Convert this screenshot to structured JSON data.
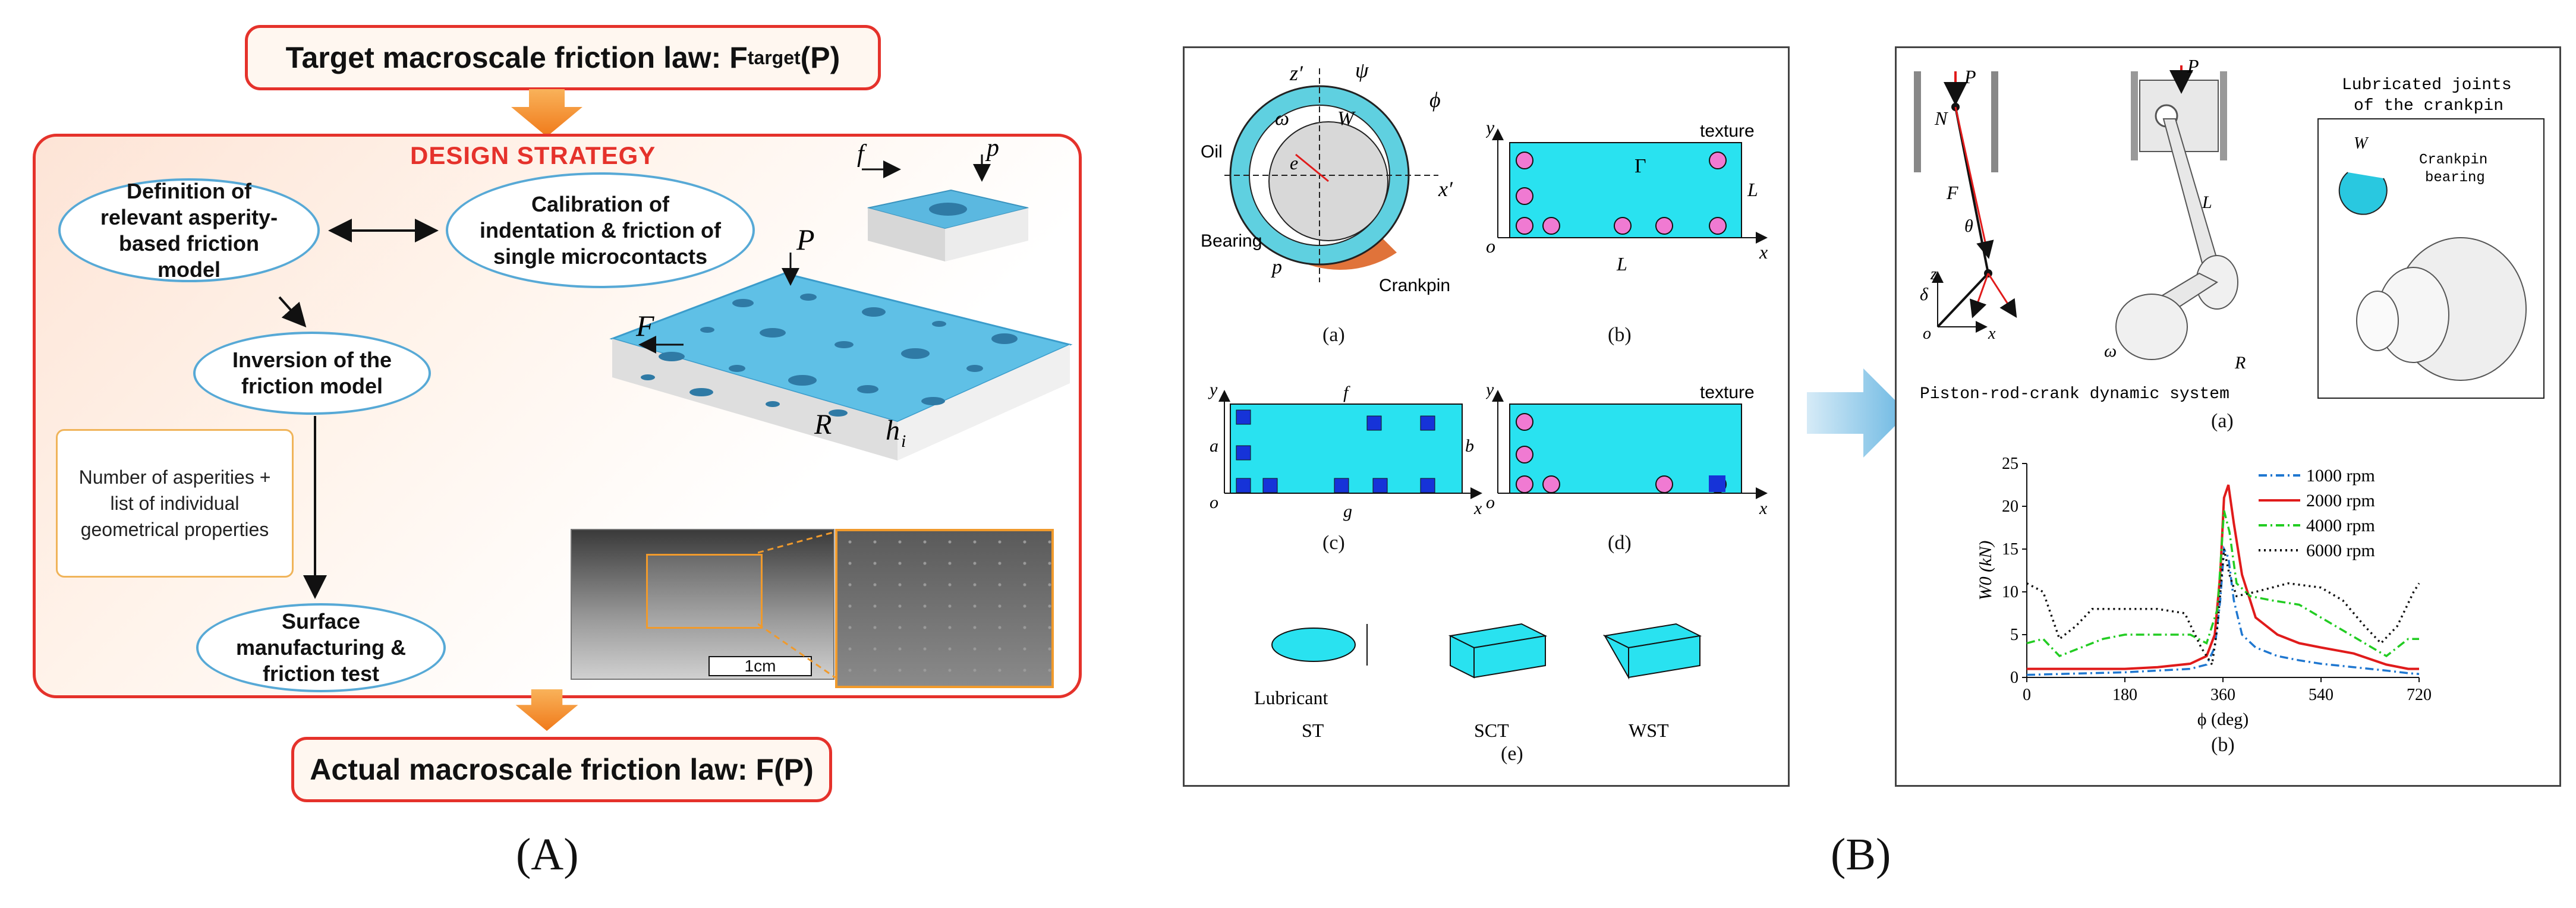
{
  "panel_a": {
    "label": "(A)",
    "target_law": "Target macroscale friction law: F",
    "target_law_sub": "target",
    "target_law_end": "(P)",
    "design_strategy": "DESIGN STRATEGY",
    "step_definition": "Definition of relevant asperity-based friction model",
    "step_calibration": "Calibration of indentation & friction of single microcontacts",
    "step_inversion": "Inversion of the friction model",
    "step_manufacturing": "Surface manufacturing & friction test",
    "asperity_note": "Number of asperities + list of individual geometrical properties",
    "actual_law": "Actual macroscale friction law: F(P)",
    "scale_bar": "1cm",
    "sym_f": "f",
    "sym_p": "p",
    "sym_P": "P",
    "sym_F": "F",
    "sym_R": "R",
    "sym_hi": "h",
    "sym_hi_sub": "i"
  },
  "panel_b": {
    "label": "(B)",
    "sub_a": "(a)",
    "sub_b": "(b)",
    "sub_c": "(c)",
    "sub_d": "(d)",
    "sub_e": "(e)",
    "oil": "Oil",
    "bearing": "Bearing",
    "crankpin": "Crankpin",
    "texture_b": "texture",
    "texture_d": "texture",
    "lubricant": "Lubricant",
    "st": "ST",
    "sct": "SCT",
    "wst": "WST",
    "lx": "L",
    "ly": "L",
    "lbl_e": "e",
    "lbl_omega": "ω",
    "lbl_W0": "W",
    "lbl_psi": "ψ",
    "lbl_phi": "ϕ",
    "lbl_zp": "z′",
    "lbl_xp": "x′",
    "lbl_p": "p",
    "lbl_Gamma": "Γ",
    "lbl_f": "f",
    "lbl_g": "g",
    "lbl_a": "a",
    "lbl_b": "b",
    "lbl_o": "o",
    "lbl_x": "x",
    "lbl_y": "y"
  },
  "panel_c": {
    "piston_caption": "Piston-rod-crank dynamic system",
    "lubricated_title_1": "Lubricated joints",
    "lubricated_title_2": "of the crankpin",
    "crankpin_bearing_1": "Crankpin",
    "crankpin_bearing_2": "bearing",
    "sub_a": "(a)",
    "sub_b": "(b)",
    "lbl_P1": "P",
    "lbl_P2": "P",
    "lbl_N": "N",
    "lbl_F": "F",
    "lbl_theta": "θ",
    "lbl_delta": "δ",
    "lbl_z": "z",
    "lbl_x": "x",
    "lbl_o": "o",
    "lbl_omega": "ω",
    "lbl_L": "L",
    "lbl_Rc": "R",
    "lbl_W0": "W"
  },
  "chart_data": {
    "type": "line",
    "xlabel": "ϕ (deg)",
    "ylabel": "W0 (kN)",
    "xlim": [
      0,
      720
    ],
    "ylim": [
      0,
      25
    ],
    "xticks": [
      "0",
      "180",
      "360",
      "540",
      "720"
    ],
    "yticks": [
      "0",
      "5",
      "10",
      "15",
      "20",
      "25"
    ],
    "legend_position": "top-right",
    "grid": false,
    "series": [
      {
        "name": "1000 rpm",
        "color": "#1f77d0",
        "dash": "dashdot",
        "x": [
          0,
          60,
          120,
          180,
          240,
          300,
          330,
          345,
          355,
          362,
          370,
          380,
          395,
          420,
          460,
          500,
          540,
          600,
          660,
          700,
          720
        ],
        "y": [
          0.3,
          0.4,
          0.5,
          0.6,
          0.8,
          1.0,
          1.5,
          3.5,
          9,
          15,
          14,
          9,
          5,
          3.5,
          2.5,
          2,
          1.6,
          1.2,
          0.8,
          0.5,
          0.4
        ]
      },
      {
        "name": "2000 rpm",
        "color": "#e01b1b",
        "dash": "solid",
        "x": [
          0,
          60,
          120,
          180,
          240,
          300,
          330,
          345,
          355,
          362,
          370,
          380,
          395,
          420,
          460,
          500,
          540,
          600,
          660,
          700,
          720
        ],
        "y": [
          1.0,
          1.0,
          1.0,
          1.0,
          1.2,
          1.6,
          2.5,
          5,
          12,
          21,
          22.5,
          18,
          12,
          7,
          5,
          4,
          3.5,
          2.8,
          1.5,
          1.0,
          1.0
        ]
      },
      {
        "name": "4000 rpm",
        "color": "#22cc22",
        "dash": "dashdot",
        "x": [
          0,
          30,
          60,
          100,
          140,
          180,
          220,
          260,
          300,
          330,
          350,
          362,
          372,
          385,
          410,
          450,
          500,
          540,
          580,
          620,
          660,
          700,
          720
        ],
        "y": [
          4,
          4.5,
          2.5,
          3.5,
          4.5,
          5,
          5,
          5,
          5,
          4,
          8,
          19.5,
          17,
          11,
          9.5,
          9,
          8.5,
          7,
          5.5,
          4,
          2.5,
          4.5,
          4.5
        ]
      },
      {
        "name": "6000 rpm",
        "color": "#111111",
        "dash": "dotted",
        "x": [
          0,
          30,
          60,
          90,
          120,
          180,
          240,
          290,
          320,
          340,
          350,
          362,
          372,
          385,
          420,
          480,
          540,
          580,
          620,
          650,
          680,
          710,
          720
        ],
        "y": [
          11,
          10,
          4.5,
          6,
          8,
          8,
          8,
          7.5,
          3.5,
          1.5,
          6,
          15,
          12,
          9.5,
          10,
          11,
          10.5,
          9,
          6,
          4,
          6,
          10,
          11
        ]
      }
    ]
  }
}
